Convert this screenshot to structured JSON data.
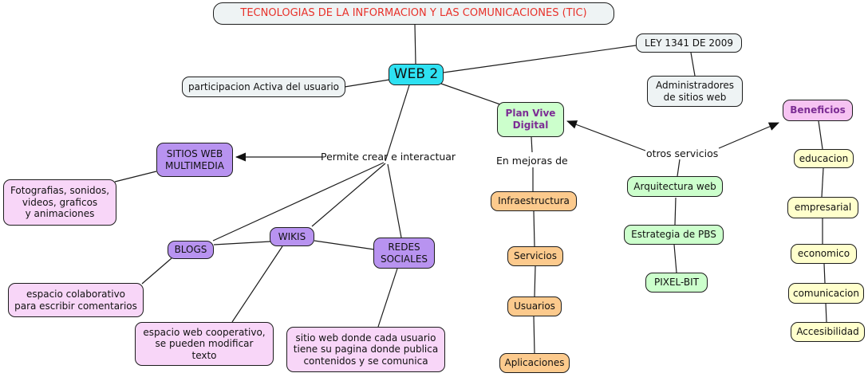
{
  "title": "TECNOLOGIAS DE LA INFORMACION Y LAS COMUNICACIONES (TIC)",
  "nodes": {
    "web2": "WEB 2",
    "ley": "LEY 1341 DE 2009",
    "participacion": "participacion Activa del usuario",
    "administradores": "Administradores\nde sitios web",
    "plan_vive": "Plan Vive\nDigital",
    "beneficios": "Beneficios",
    "sitios_web": "SITIOS WEB\nMULTIMEDIA",
    "fotografias": "Fotografias, sonidos,\nvideos, graficos\ny animaciones",
    "blogs": "BLOGS",
    "wikis": "WIKIS",
    "redes": "REDES\nSOCIALES",
    "espacio_colaborativo": "espacio colaborativo\npara escribir comentarios",
    "espacio_cooperativo": "espacio web cooperativo,\nse pueden modificar\ntexto",
    "sitio_web_usuario": "sitio web donde cada usuario\ntiene su pagina donde publica\ncontenidos y se comunica",
    "infraestructura": "Infraestructura",
    "servicios": "Servicios",
    "usuarios": "Usuarios",
    "aplicaciones": "Aplicaciones",
    "arquitectura": "Arquitectura web",
    "estrategia": "Estrategia de PBS",
    "pixelbit": "PIXEL-BIT",
    "educacion": "educacion",
    "empresarial": "empresarial",
    "economico": "economico",
    "comunicacion": "comunicacion",
    "accesibilidad": "Accesibilidad"
  },
  "labels": {
    "permite": "Permite crear e interactuar",
    "en_mejoras": "En mejoras de",
    "otros_servicios": "otros servicios"
  },
  "edges": [
    {
      "from": "title",
      "to": "web2"
    },
    {
      "from": "web2",
      "to": "participacion"
    },
    {
      "from": "web2",
      "to": "ley"
    },
    {
      "from": "ley",
      "to": "administradores"
    },
    {
      "from": "web2",
      "to": "plan_vive"
    },
    {
      "from": "web2",
      "to": "permite"
    },
    {
      "from": "permite",
      "to": "sitios_web",
      "arrow": true
    },
    {
      "from": "sitios_web",
      "to": "fotografias"
    },
    {
      "from": "permite",
      "to": "blogs"
    },
    {
      "from": "permite",
      "to": "wikis"
    },
    {
      "from": "permite",
      "to": "redes"
    },
    {
      "from": "blogs",
      "to": "wikis"
    },
    {
      "from": "wikis",
      "to": "redes"
    },
    {
      "from": "blogs",
      "to": "espacio_colaborativo"
    },
    {
      "from": "wikis",
      "to": "espacio_cooperativo"
    },
    {
      "from": "redes",
      "to": "sitio_web_usuario"
    },
    {
      "from": "plan_vive",
      "to": "infraestructura",
      "via": "en_mejoras"
    },
    {
      "from": "infraestructura",
      "to": "servicios"
    },
    {
      "from": "servicios",
      "to": "usuarios"
    },
    {
      "from": "usuarios",
      "to": "aplicaciones"
    },
    {
      "from": "otros_servicios",
      "to": "plan_vive",
      "arrow": true
    },
    {
      "from": "otros_servicios",
      "to": "beneficios",
      "arrow": true
    },
    {
      "from": "otros_servicios",
      "to": "arquitectura"
    },
    {
      "from": "arquitectura",
      "to": "estrategia"
    },
    {
      "from": "estrategia",
      "to": "pixelbit"
    },
    {
      "from": "beneficios",
      "to": "educacion"
    },
    {
      "from": "educacion",
      "to": "empresarial"
    },
    {
      "from": "empresarial",
      "to": "economico"
    },
    {
      "from": "economico",
      "to": "comunicacion"
    },
    {
      "from": "comunicacion",
      "to": "accesibilidad"
    }
  ],
  "colors": {
    "title_text": "#e8312a",
    "accent_text": "#7c2d94",
    "cyan_node": "#2ee1f2",
    "purple_node": "#b893f0",
    "pink_node": "#f8d6f8",
    "pink_strong_node": "#f6c3f2",
    "green_node": "#ccffcc",
    "orange_node": "#fcca8d",
    "yellow_node": "#ffffcc",
    "plain_node": "#eef3f4",
    "line": "#1c1c1c"
  }
}
